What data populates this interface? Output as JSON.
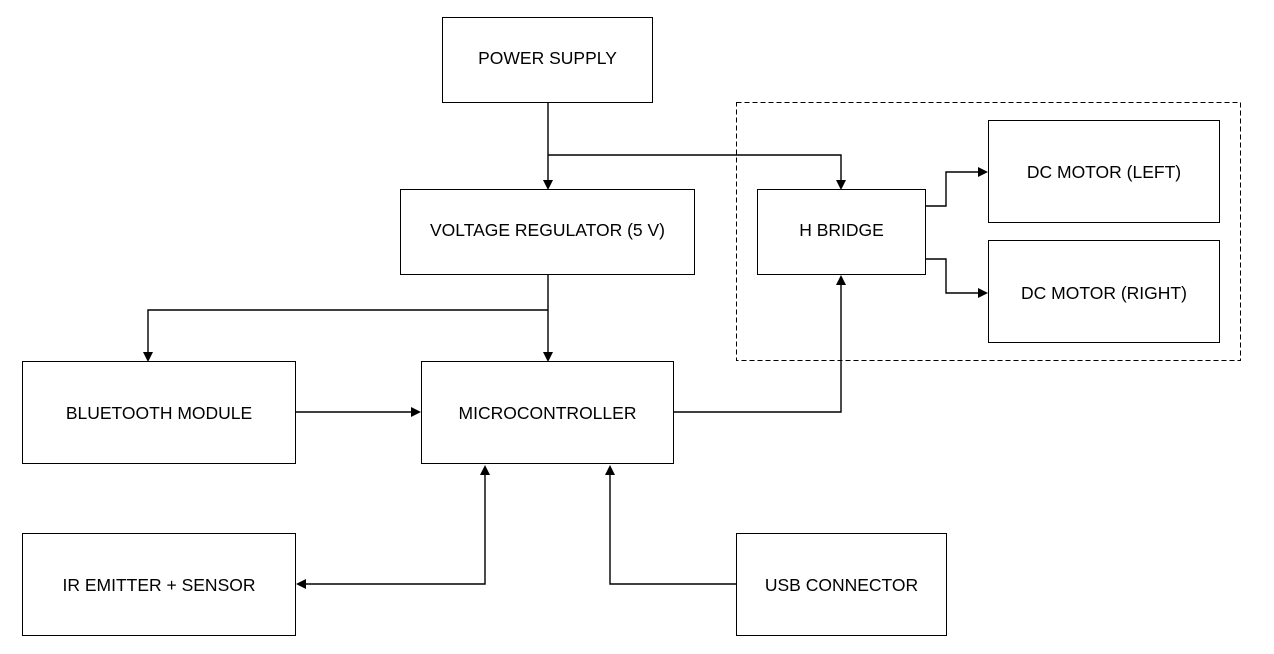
{
  "diagram": {
    "blocks": {
      "power_supply": "POWER SUPPLY",
      "voltage_regulator": "VOLTAGE REGULATOR (5 V)",
      "h_bridge": "H BRIDGE",
      "dc_motor_left": "DC MOTOR (LEFT)",
      "dc_motor_right": "DC MOTOR (RIGHT)",
      "bluetooth_module": "BLUETOOTH MODULE",
      "microcontroller": "MICROCONTROLLER",
      "ir_emitter_sensor": "IR EMITTER + SENSOR",
      "usb_connector": "USB CONNECTOR"
    },
    "connections": [
      {
        "from": "power_supply",
        "to": "voltage_regulator",
        "direction": "forward"
      },
      {
        "from": "power_supply",
        "to": "h_bridge",
        "direction": "forward"
      },
      {
        "from": "voltage_regulator",
        "to": "microcontroller",
        "direction": "forward"
      },
      {
        "from": "voltage_regulator",
        "to": "bluetooth_module",
        "direction": "forward"
      },
      {
        "from": "bluetooth_module",
        "to": "microcontroller",
        "direction": "forward"
      },
      {
        "from": "microcontroller",
        "to": "h_bridge",
        "direction": "forward"
      },
      {
        "from": "h_bridge",
        "to": "dc_motor_left",
        "direction": "forward"
      },
      {
        "from": "h_bridge",
        "to": "dc_motor_right",
        "direction": "forward"
      },
      {
        "from": "usb_connector",
        "to": "microcontroller",
        "direction": "forward"
      },
      {
        "from": "microcontroller",
        "to": "ir_emitter_sensor",
        "direction": "bidirectional"
      }
    ],
    "groups": [
      {
        "members": [
          "h_bridge",
          "dc_motor_left",
          "dc_motor_right"
        ],
        "border_style": "dashed"
      }
    ]
  }
}
